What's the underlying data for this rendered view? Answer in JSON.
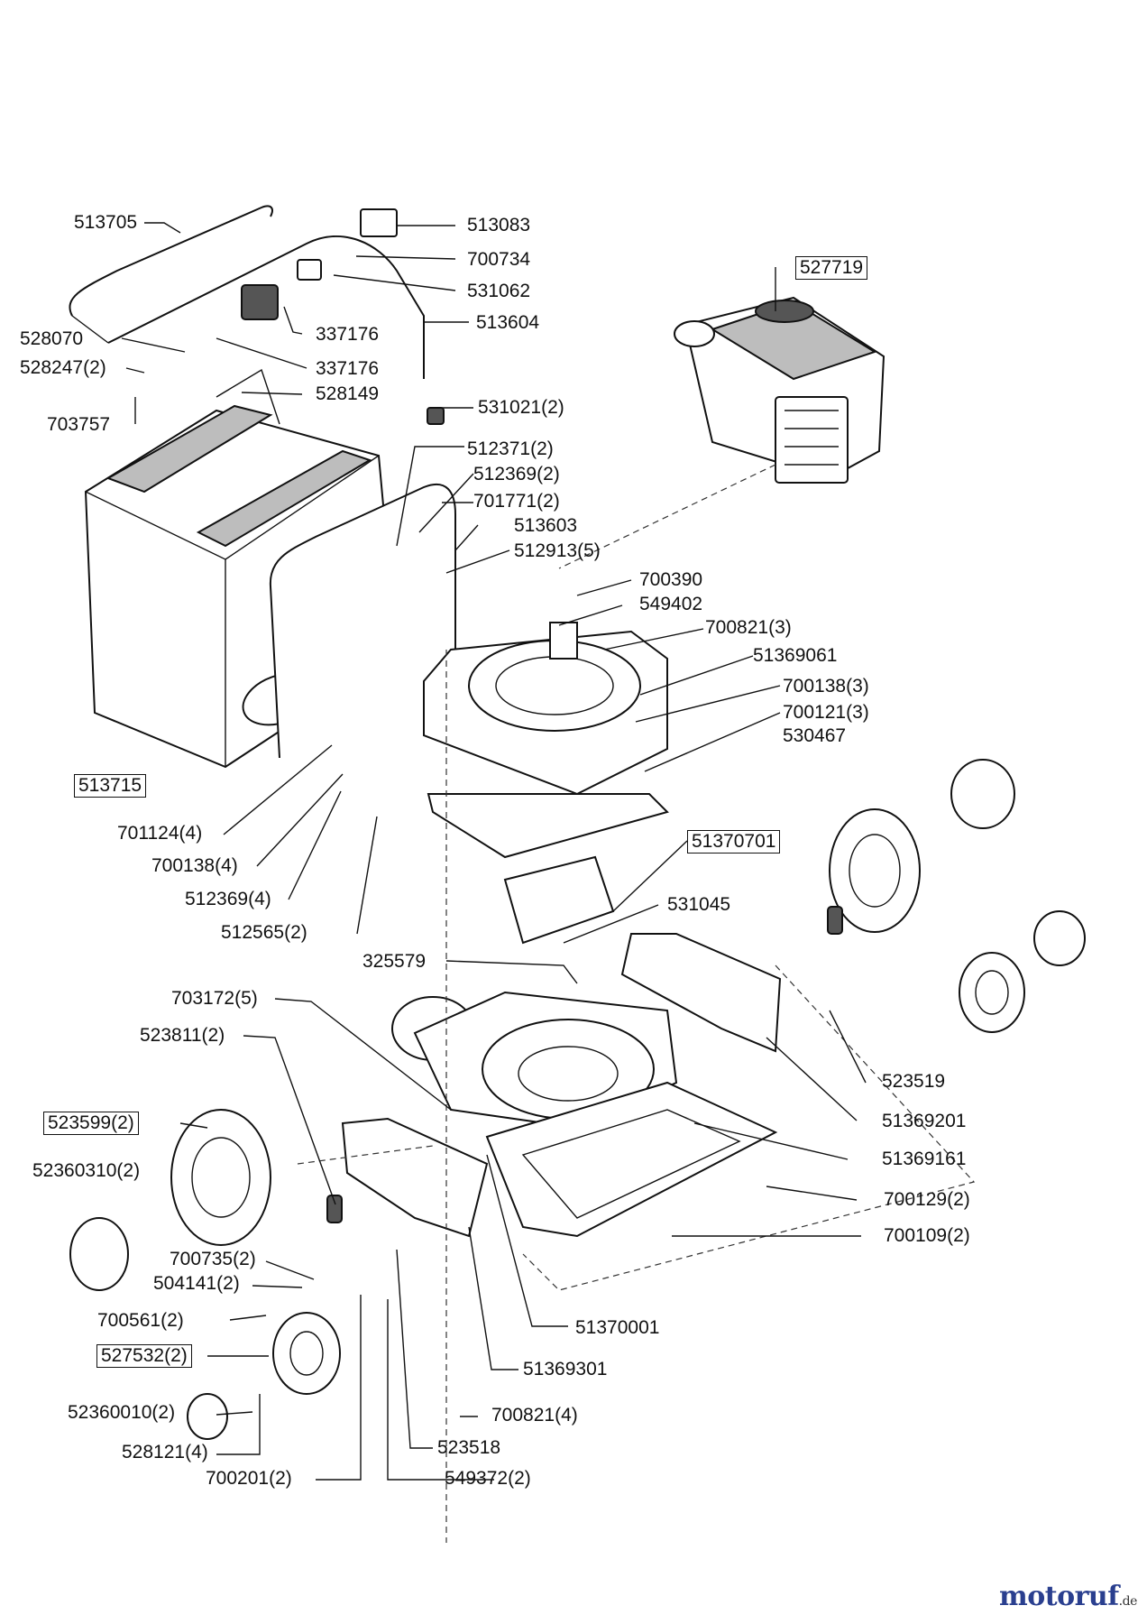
{
  "labels": {
    "p513705": "513705",
    "p513083": "513083",
    "p700734": "700734",
    "p531062": "531062",
    "p513604": "513604",
    "p337176a": "337176",
    "p528070": "528070",
    "p337176b": "337176",
    "p528247": "528247(2)",
    "p528149": "528149",
    "p703757": "703757",
    "p531021": "531021(2)",
    "p527719": "527719",
    "p512371": "512371(2)",
    "p512369a": "512369(2)",
    "p701771": "701771(2)",
    "p513603": "513603",
    "p512913": "512913(5)",
    "p700390": "700390",
    "p549402": "549402",
    "p700821a": "700821(3)",
    "p51369061": "51369061",
    "p700138a": "700138(3)",
    "p700121": "700121(3)",
    "p530467": "530467",
    "p513715": "513715",
    "p701124": "701124(4)",
    "p700138b": "700138(4)",
    "p512369b": "512369(4)",
    "p512565": "512565(2)",
    "p51370701": "51370701",
    "p531045": "531045",
    "p325579": "325579",
    "p703172": "703172(5)",
    "p523811": "523811(2)",
    "p523519": "523519",
    "p51369201": "51369201",
    "p51369161": "51369161",
    "p523599": "523599(2)",
    "p52360310": "52360310(2)",
    "p700129": "700129(2)",
    "p700109": "700109(2)",
    "p700735": "700735(2)",
    "p504141": "504141(2)",
    "p700561": "700561(2)",
    "p51370001": "51370001",
    "p527532": "527532(2)",
    "p51369301": "51369301",
    "p52360010": "52360010(2)",
    "p700821b": "700821(4)",
    "p528121": "528121(4)",
    "p523518": "523518",
    "p700201": "700201(2)",
    "p549372": "549372(2)"
  },
  "watermark": {
    "brand": "motoruf",
    "tld": ".de"
  }
}
